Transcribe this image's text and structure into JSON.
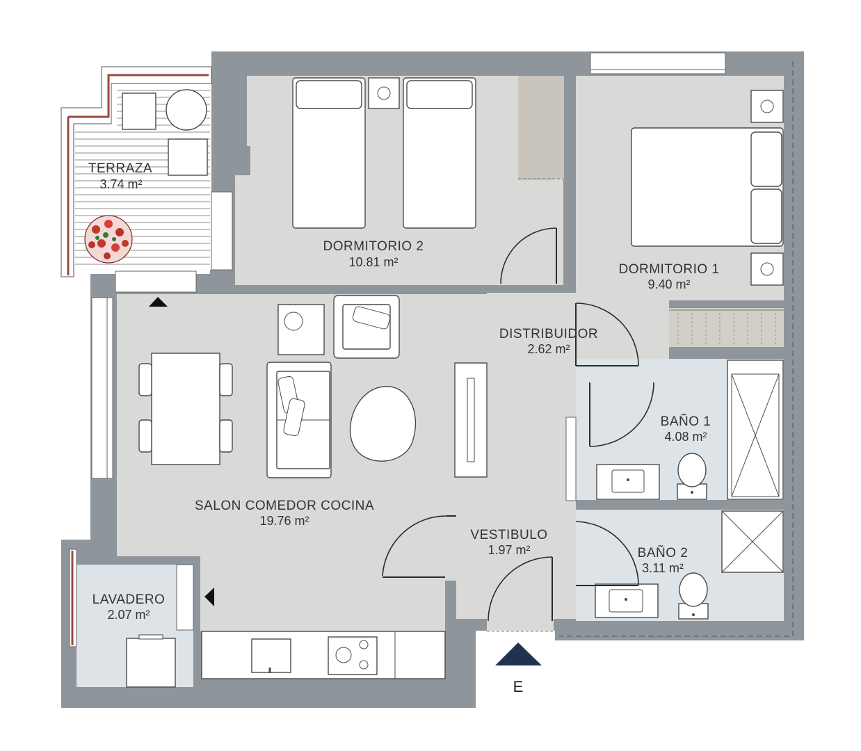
{
  "rooms": {
    "terraza": {
      "name": "TERRAZA",
      "area": "3.74 m²"
    },
    "dormitorio2": {
      "name": "DORMITORIO 2",
      "area": "10.81 m²"
    },
    "dormitorio1": {
      "name": "DORMITORIO 1",
      "area": "9.40 m²"
    },
    "distribuidor": {
      "name": "DISTRIBUIDOR",
      "area": "2.62 m²"
    },
    "bano1": {
      "name": "BAÑO 1",
      "area": "4.08 m²"
    },
    "salon": {
      "name": "SALON COMEDOR COCINA",
      "area": "19.76 m²"
    },
    "vestibulo": {
      "name": "VESTIBULO",
      "area": "1.97 m²"
    },
    "bano2": {
      "name": "BAÑO 2",
      "area": "3.11 m²"
    },
    "lavadero": {
      "name": "LAVADERO",
      "area": "2.07 m²"
    }
  },
  "entrance": {
    "label": "E"
  },
  "colors": {
    "wall": "#8e959b",
    "room_floor": "#d9dad8",
    "wet_floor": "#dde3e6",
    "wood": "#c9c5bd",
    "entrance_marker": "#1f3350",
    "terrace_rail": "#9b4a3f"
  }
}
